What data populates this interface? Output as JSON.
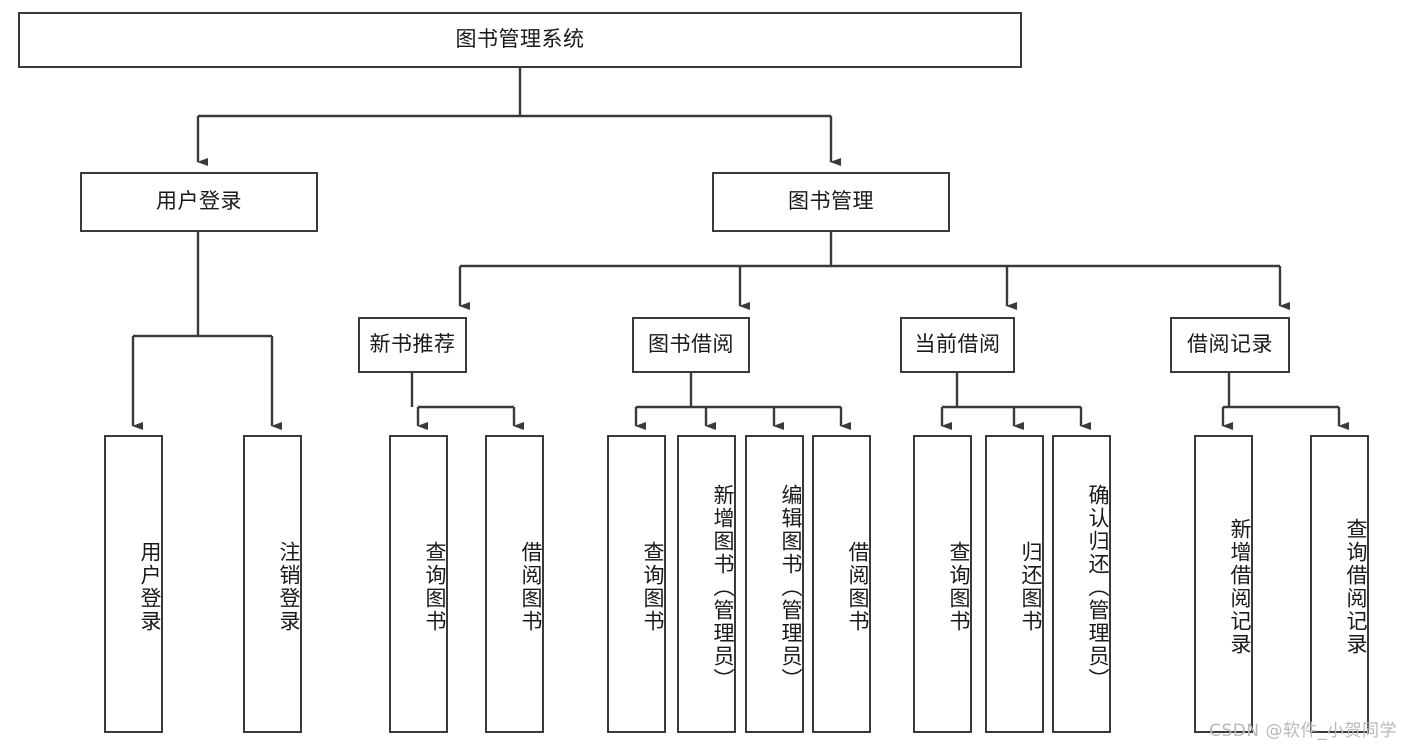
{
  "diagram": {
    "title": "图书管理系统",
    "type": "tree",
    "root": {
      "label": "图书管理系统"
    },
    "level2": [
      {
        "label": "用户登录"
      },
      {
        "label": "图书管理"
      }
    ],
    "level3": [
      {
        "label": "新书推荐"
      },
      {
        "label": "图书借阅"
      },
      {
        "label": "当前借阅"
      },
      {
        "label": "借阅记录"
      }
    ],
    "leaves": [
      {
        "label": "用户登录",
        "parent": "用户登录"
      },
      {
        "label": "注销登录",
        "parent": "用户登录"
      },
      {
        "label": "查询图书",
        "parent": "新书推荐"
      },
      {
        "label": "借阅图书",
        "parent": "新书推荐"
      },
      {
        "label": "查询图书",
        "parent": "图书借阅"
      },
      {
        "label": "新增图书（管理员）",
        "parent": "图书借阅"
      },
      {
        "label": "编辑图书（管理员）",
        "parent": "图书借阅"
      },
      {
        "label": "借阅图书",
        "parent": "图书借阅"
      },
      {
        "label": "查询图书",
        "parent": "当前借阅"
      },
      {
        "label": "归还图书",
        "parent": "当前借阅"
      },
      {
        "label": "确认归还（管理员）",
        "parent": "当前借阅"
      },
      {
        "label": "新增借阅记录",
        "parent": "借阅记录"
      },
      {
        "label": "查询借阅记录",
        "parent": "借阅记录"
      }
    ]
  },
  "colors": {
    "stroke": "#3a3a3a",
    "fill": "#ffffff",
    "text": "#1a1a1a",
    "watermark": "#b9b9b9"
  },
  "watermark": {
    "text": "CSDN @软件_小贺同学"
  }
}
